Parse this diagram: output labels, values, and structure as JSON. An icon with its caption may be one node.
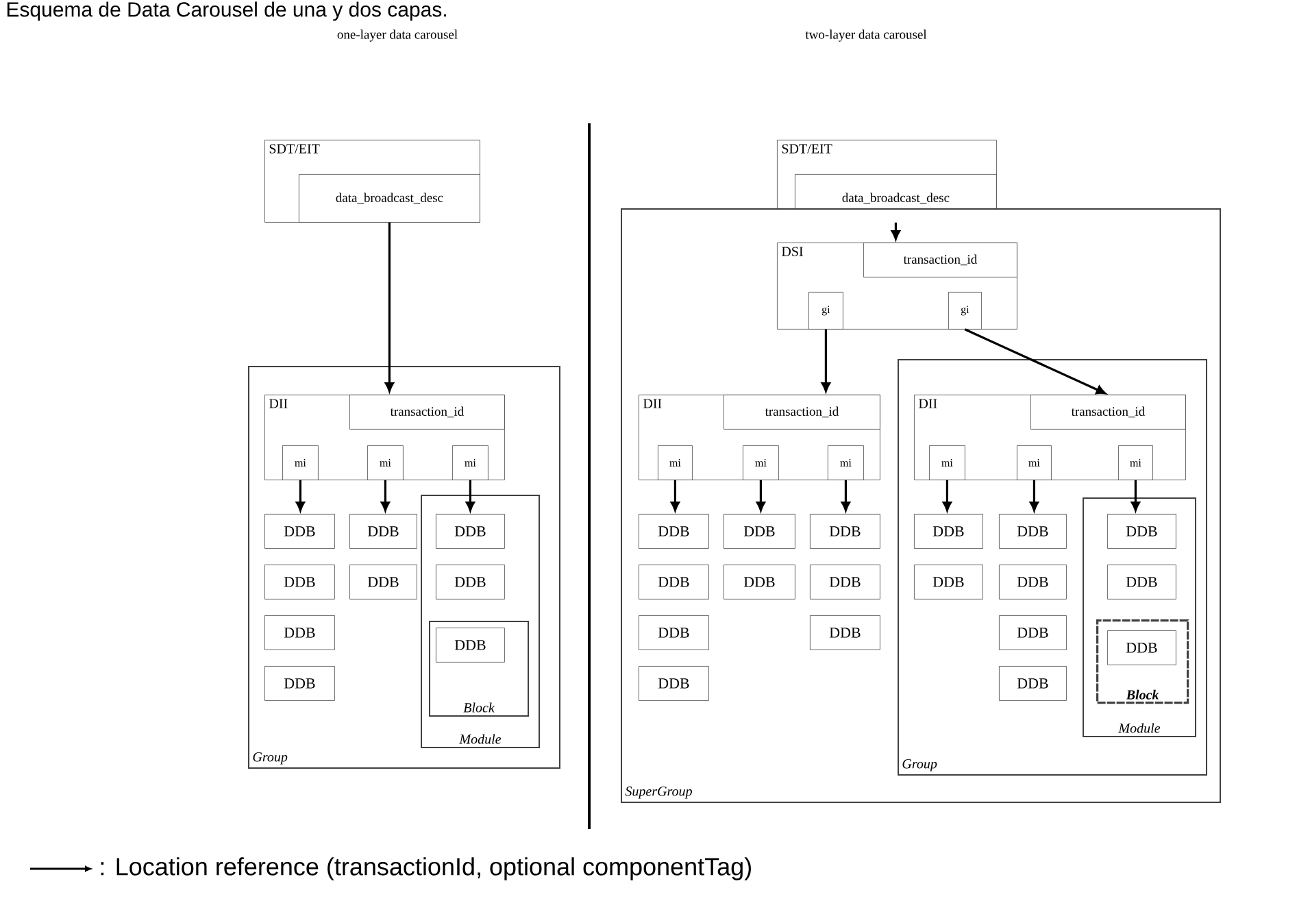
{
  "diagram": {
    "title": "Esquema de Data Carousel de una y dos capas.",
    "nodes": [
      {
        "text": [
          "SDT/EIT"
        ]
      },
      {
        "text": [
          "data_broadcast_desc"
        ],
        "in": 0
      },
      {
        "text": [
          "Group"
        ]
      },
      {
        "text": [
          "DII"
        ],
        "in": 2
      },
      {
        "text": [
          "transaction_id"
        ],
        "in": 3
      },
      {
        "text": [
          "mi"
        ],
        "in": 3
      },
      {
        "text": [
          "mi"
        ],
        "in": 3
      },
      {
        "text": [
          "mi"
        ],
        "in": 3
      },
      {
        "text": [
          "DDB"
        ],
        "in": 2
      },
      {
        "text": [
          "DDB"
        ],
        "in": 2
      },
      {
        "text": [
          "DDB"
        ],
        "in": 2
      },
      {
        "text": [
          "DDB"
        ],
        "in": 2
      },
      {
        "text": [
          "DDB"
        ],
        "in": 2
      },
      {
        "text": [
          "DDB"
        ],
        "in": 2
      },
      {
        "text": [
          "Module"
        ],
        "in": 2
      },
      {
        "text": [
          "DDB"
        ],
        "in": 14
      },
      {
        "text": [
          "DDB"
        ],
        "in": 14
      },
      {
        "text": [
          "Block"
        ],
        "in": 14
      },
      {
        "text": [
          "DDB"
        ],
        "in": 17
      },
      {
        "text": [
          "SDT/EIT"
        ]
      },
      {
        "text": [
          "data_broadcast_desc"
        ],
        "in": 19
      },
      {
        "text": [
          "SuperGroup"
        ]
      },
      {
        "text": [
          "DSI"
        ],
        "in": 21
      },
      {
        "text": [
          "transaction_id"
        ],
        "in": 22
      },
      {
        "text": [
          "gi"
        ],
        "in": 22
      },
      {
        "text": [
          "gi"
        ],
        "in": 22
      },
      {
        "text": [
          "DII"
        ],
        "in": 21
      },
      {
        "text": [
          "transaction_id"
        ],
        "in": 26
      },
      {
        "text": [
          "mi"
        ],
        "in": 26
      },
      {
        "text": [
          "mi"
        ],
        "in": 26
      },
      {
        "text": [
          "mi"
        ],
        "in": 26
      },
      {
        "text": [
          "DDB"
        ],
        "in": 21
      },
      {
        "text": [
          "DDB"
        ],
        "in": 21
      },
      {
        "text": [
          "DDB"
        ],
        "in": 21
      },
      {
        "text": [
          "DDB"
        ],
        "in": 21
      },
      {
        "text": [
          "DDB"
        ],
        "in": 21
      },
      {
        "text": [
          "DDB"
        ],
        "in": 21
      },
      {
        "text": [
          "DDB"
        ],
        "in": 21
      },
      {
        "text": [
          "DDB"
        ],
        "in": 21
      },
      {
        "text": [
          "DDB"
        ],
        "in": 21
      },
      {
        "text": [
          "Group"
        ],
        "in": 21
      },
      {
        "text": [
          "DII"
        ],
        "in": 40
      },
      {
        "text": [
          "transaction_id"
        ],
        "in": 41
      },
      {
        "text": [
          "mi"
        ],
        "in": 41
      },
      {
        "text": [
          "mi"
        ],
        "in": 41
      },
      {
        "text": [
          "mi"
        ],
        "in": 41
      },
      {
        "text": [
          "DDB"
        ],
        "in": 40
      },
      {
        "text": [
          "DDB"
        ],
        "in": 40
      },
      {
        "text": [
          "DDB"
        ],
        "in": 40
      },
      {
        "text": [
          "DDB"
        ],
        "in": 40
      },
      {
        "text": [
          "DDB"
        ],
        "in": 40
      },
      {
        "text": [
          "DDB"
        ],
        "in": 40
      },
      {
        "text": [
          "Module"
        ],
        "in": 40
      },
      {
        "text": [
          "DDB"
        ],
        "in": 52
      },
      {
        "text": [
          "DDB"
        ],
        "in": 52
      },
      {
        "text": [
          "Block"
        ],
        "in": 52
      },
      {
        "text": [
          "DDB"
        ],
        "in": 55
      }
    ],
    "edges": [
      {
        "from": 1,
        "to": 4,
        "arrow": "to"
      },
      {
        "from": 5,
        "to": 8,
        "arrow": "to"
      },
      {
        "from": 6,
        "to": 12,
        "arrow": "to"
      },
      {
        "from": 7,
        "to": 15,
        "arrow": "to"
      },
      {
        "from": 20,
        "to": 22,
        "arrow": "to"
      },
      {
        "from": 24,
        "to": 27,
        "arrow": "to"
      },
      {
        "from": 25,
        "to": 42,
        "arrow": "to"
      },
      {
        "from": 28,
        "to": 31,
        "arrow": "to"
      },
      {
        "from": 29,
        "to": 35,
        "arrow": "to"
      },
      {
        "from": 30,
        "to": 37,
        "arrow": "to"
      },
      {
        "from": 43,
        "to": 46,
        "arrow": "to"
      },
      {
        "from": 44,
        "to": 48,
        "arrow": "to"
      },
      {
        "from": 45,
        "to": 53,
        "arrow": "to"
      }
    ],
    "labels": [
      "one-layer data carousel",
      "two-layer data carousel"
    ],
    "legend": [
      {
        "text": ": Location reference (transactionId, optional componentTag)"
      }
    ]
  }
}
